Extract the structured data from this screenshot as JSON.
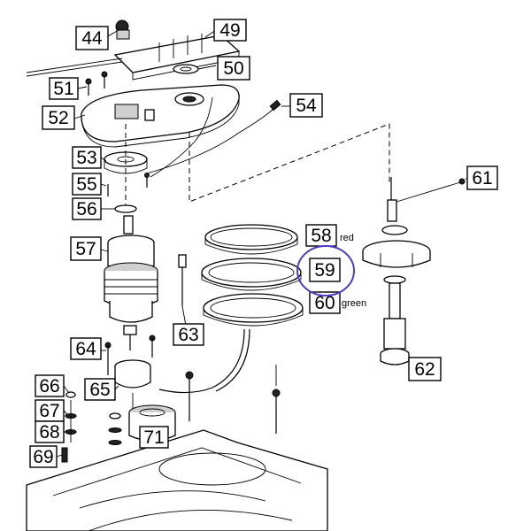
{
  "diagram": {
    "labels": [
      {
        "id": "44",
        "text": "44"
      },
      {
        "id": "49",
        "text": "49"
      },
      {
        "id": "50",
        "text": "50"
      },
      {
        "id": "51",
        "text": "51"
      },
      {
        "id": "52",
        "text": "52"
      },
      {
        "id": "53",
        "text": "53"
      },
      {
        "id": "54",
        "text": "54"
      },
      {
        "id": "55",
        "text": "55"
      },
      {
        "id": "56",
        "text": "56"
      },
      {
        "id": "57",
        "text": "57"
      },
      {
        "id": "58",
        "text": "58"
      },
      {
        "id": "59",
        "text": "59"
      },
      {
        "id": "60",
        "text": "60"
      },
      {
        "id": "61",
        "text": "61"
      },
      {
        "id": "62",
        "text": "62"
      },
      {
        "id": "63",
        "text": "63"
      },
      {
        "id": "64",
        "text": "64"
      },
      {
        "id": "65",
        "text": "65"
      },
      {
        "id": "66",
        "text": "66"
      },
      {
        "id": "67",
        "text": "67"
      },
      {
        "id": "68",
        "text": "68"
      },
      {
        "id": "69",
        "text": "69"
      },
      {
        "id": "71",
        "text": "71"
      }
    ],
    "notes": {
      "red": "red",
      "green": "green"
    },
    "highlight": {
      "label": "59",
      "color": "#4b3fc4"
    }
  }
}
